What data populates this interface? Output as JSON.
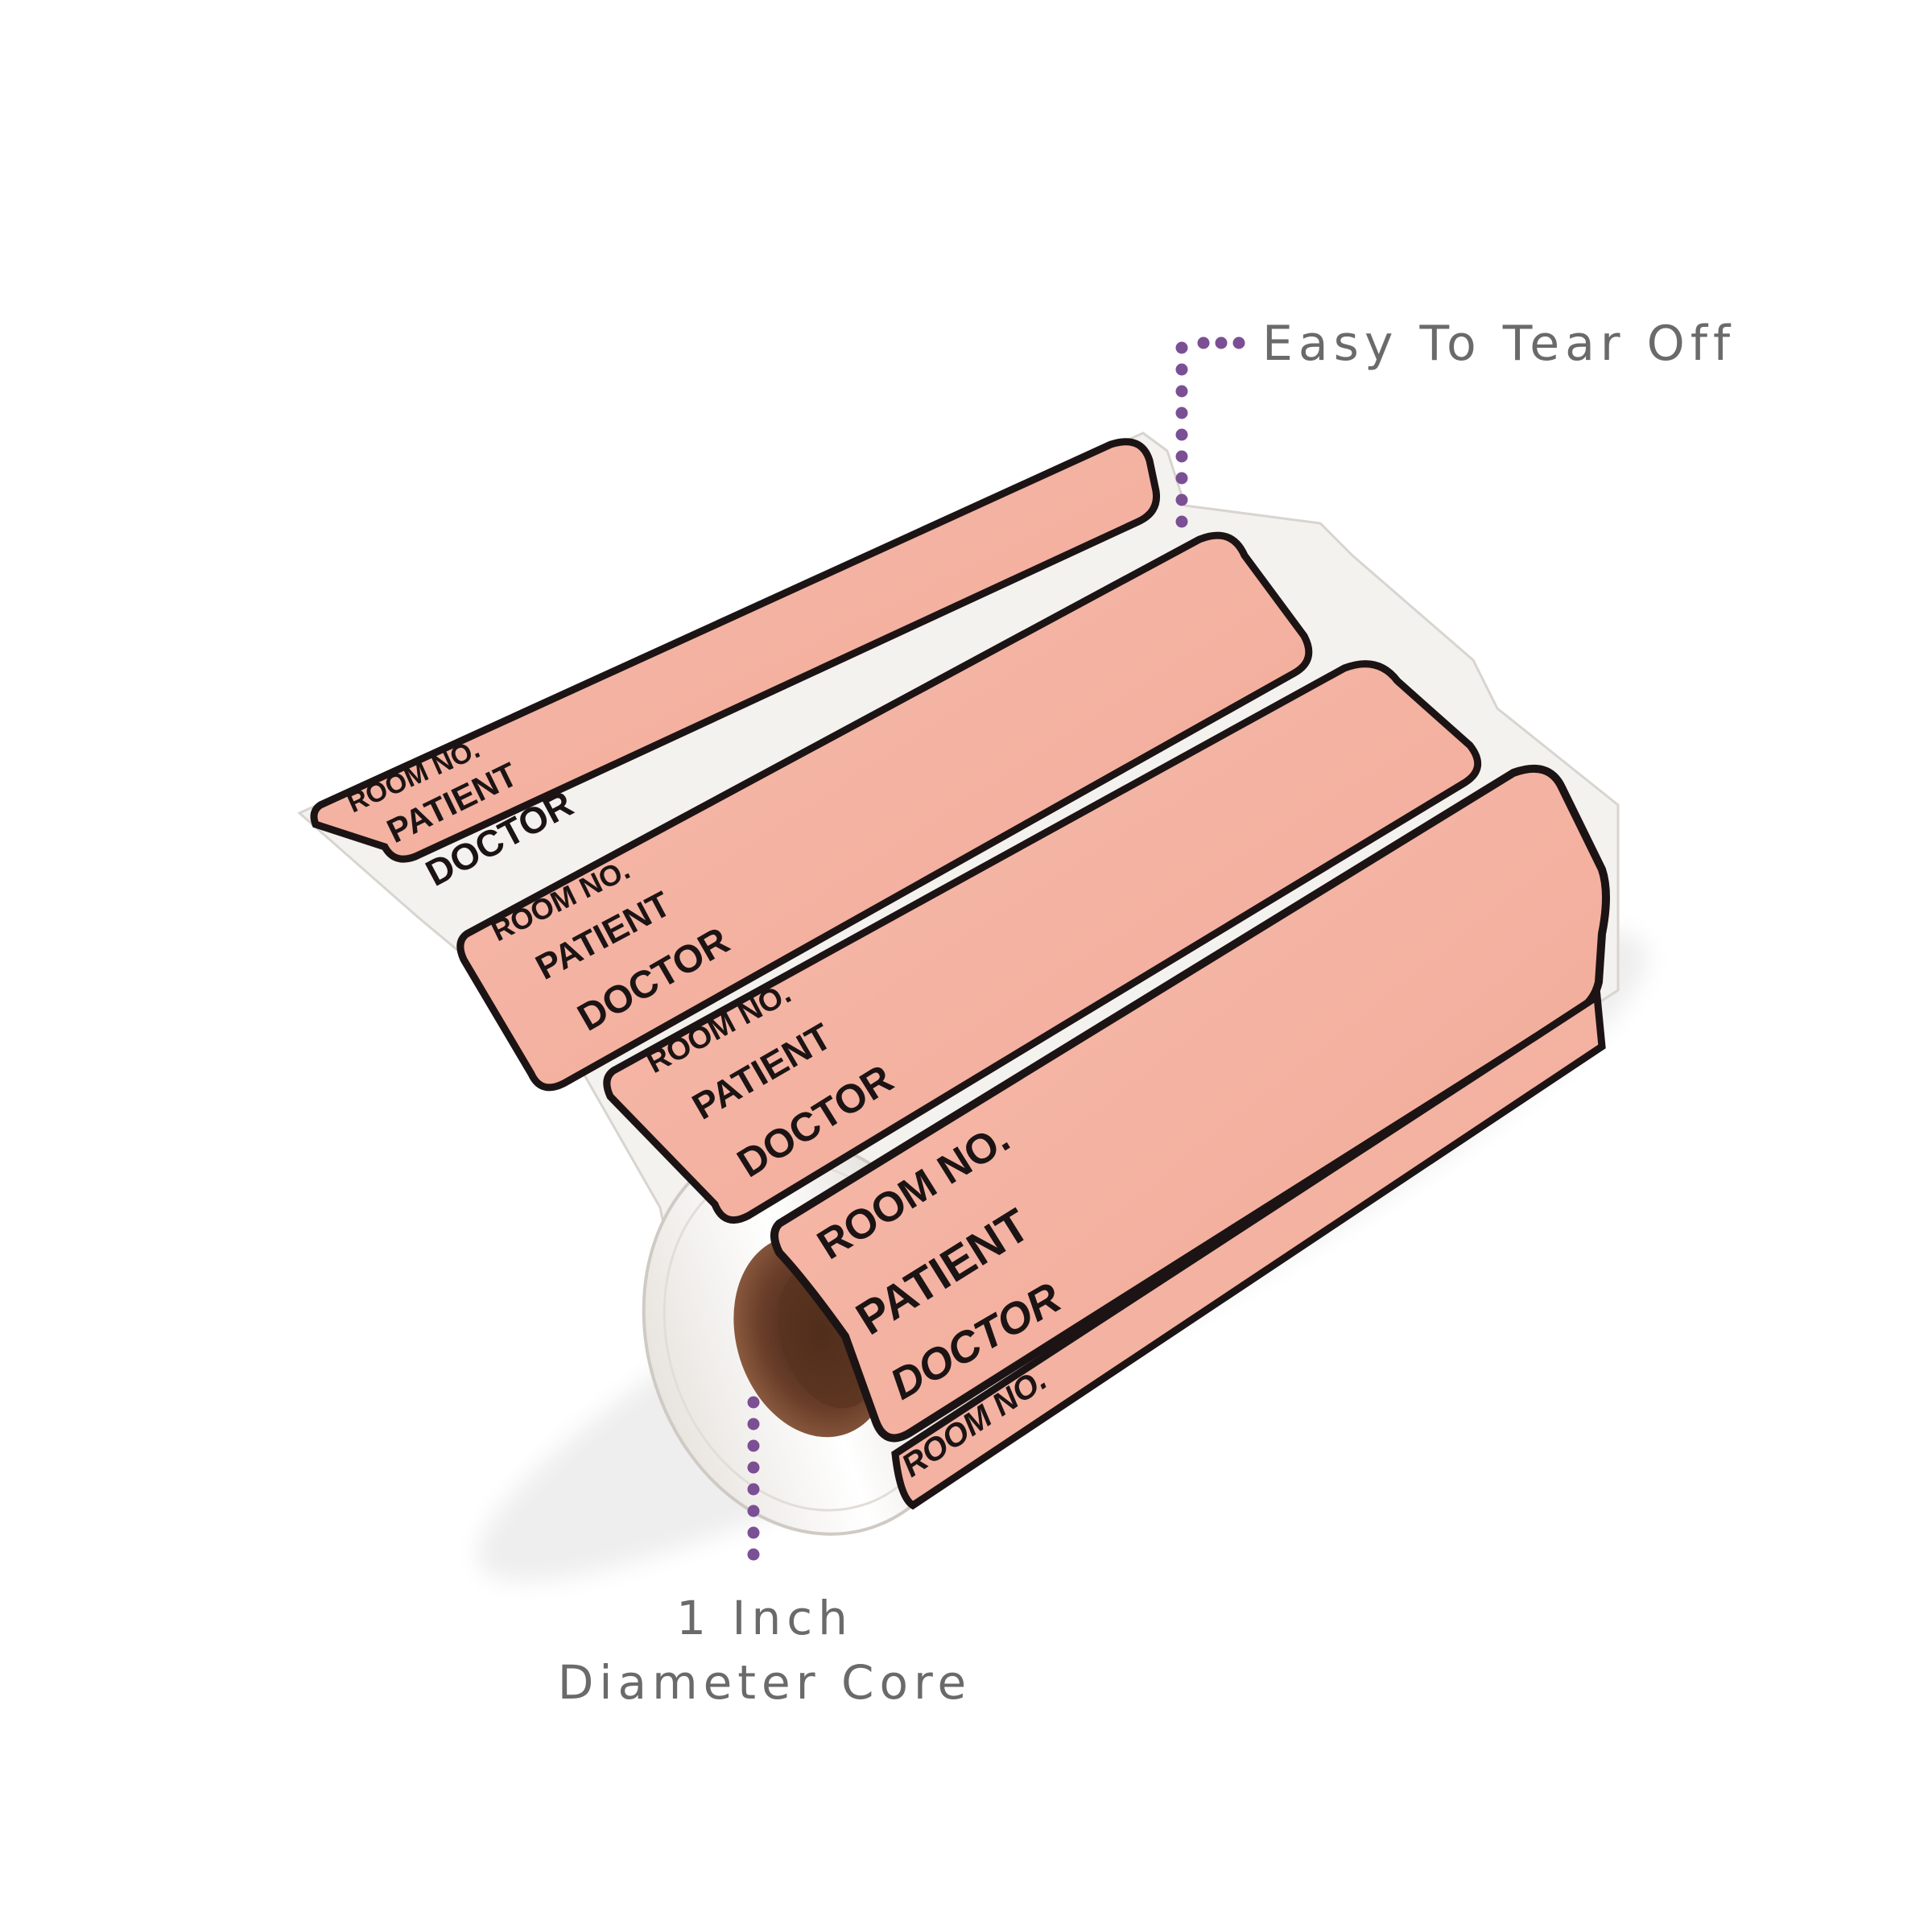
{
  "labels": [
    {
      "room": "ROOM NO.",
      "patient": "PATIENT",
      "doctor": "DOCTOR"
    },
    {
      "room": "ROOM NO.",
      "patient": "PATIENT",
      "doctor": "DOCTOR"
    },
    {
      "room": "ROOM NO.",
      "patient": "PATIENT",
      "doctor": "DOCTOR"
    },
    {
      "room": "ROOM NO.",
      "patient": "PATIENT",
      "doctor": "DOCTOR"
    }
  ],
  "next_label": {
    "room": "ROOM NO."
  },
  "callouts": {
    "tear_off": "Easy To Tear Off",
    "core_line1": "1 Inch",
    "core_line2": "Diameter Core"
  },
  "colors": {
    "label_fill": "#f6b3a3",
    "label_border": "#1c1414",
    "liner": "#f4f2ef",
    "core": "#6b3f2a",
    "callout_dots": "#7b4f94",
    "callout_text": "#6a6a6a"
  }
}
